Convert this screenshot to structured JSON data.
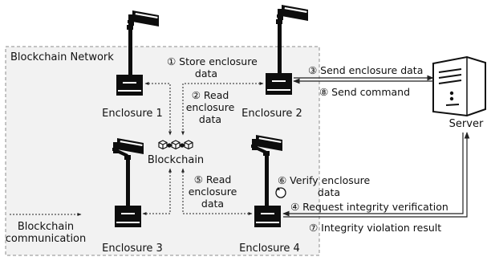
{
  "network": {
    "title": "Blockchain Network"
  },
  "enclosures": {
    "e1": "Enclosure 1",
    "e2": "Enclosure 2",
    "e3": "Enclosure 3",
    "e4": "Enclosure 4"
  },
  "blockchain": {
    "label": "Blockchain"
  },
  "server": {
    "label": "Server"
  },
  "legend": {
    "line1": "Blockchain",
    "line2": "communication"
  },
  "steps": {
    "s1": {
      "line1": "① Store enclosure",
      "line2": "data"
    },
    "s2": {
      "line1": "② Read",
      "line2": "enclosure",
      "line3": "data"
    },
    "s3": "③ Send enclosure data",
    "s4": "④ Request integrity verification",
    "s5": {
      "line1": "⑤ Read",
      "line2": "enclosure",
      "line3": "data"
    },
    "s6": {
      "line1": "⑥ Verify enclosure",
      "line2": "data"
    },
    "s7": "⑦ Integrity violation result",
    "s8": "⑧ Send command"
  },
  "colors": {
    "panel": "#f2f2f2",
    "panel_border": "#8c8c8c",
    "device": "#0d0d0d",
    "line": "#222222"
  }
}
